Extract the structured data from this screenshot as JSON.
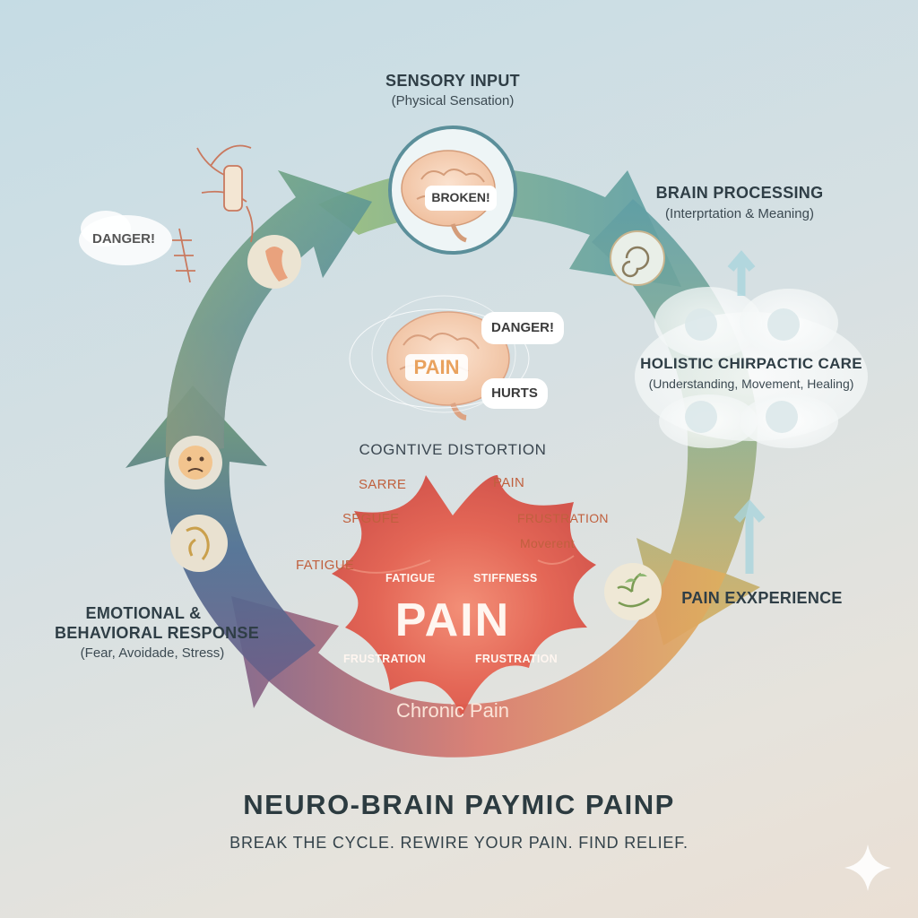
{
  "sensory": {
    "title": "SENSORY INPUT",
    "subtitle": "(Physical Sensation)",
    "bubble": "BROKEN!"
  },
  "brain": {
    "title": "BRAIN PROCESSING",
    "subtitle": "(Interprtation & Meaning)"
  },
  "holistic": {
    "title": "HOLISTIC CHIRPACTIC CARE",
    "subtitle": "(Understanding, Movement, Healing)"
  },
  "center": {
    "pain_label": "PAIN",
    "bubble_danger": "DANGER!",
    "bubble_hurts": "HURTS"
  },
  "left_bubble": "DANGER!",
  "cognitive": {
    "title": "COGNTIVE DISTORTION",
    "words": [
      "SARRE",
      "PAIN",
      "SPGUFE",
      "FRUSTRATION",
      "Moverent",
      "FATIGUE"
    ]
  },
  "pain_experience": "PAIN EXXPERIENCE",
  "emotional": {
    "line1": "EMOTIONAL &",
    "line2": "BEHAVIORAL RESPONSE",
    "subtitle": "(Fear, Avoidade, Stress)"
  },
  "burst": {
    "main": "PAIN",
    "fatigue": "FATIGUE",
    "stiffness": "STIFFNESS",
    "frustration_left": "FRUSTRATION",
    "frustration_right": "FRUSTRATION",
    "caption": "Chronic Pain"
  },
  "footer": {
    "title": "NEURO-BRAIN PAYMIC PAINP",
    "tagline": "BREAK THE CYCLE. REWIRE YOUR PAIN. FIND RELIEF."
  },
  "colors": {
    "green": "#8fb873",
    "teal": "#5fa3a8",
    "gold": "#dcae5a",
    "navy": "#4f6a8f",
    "purple": "#6d5f86",
    "coral": "#e35b4d"
  }
}
